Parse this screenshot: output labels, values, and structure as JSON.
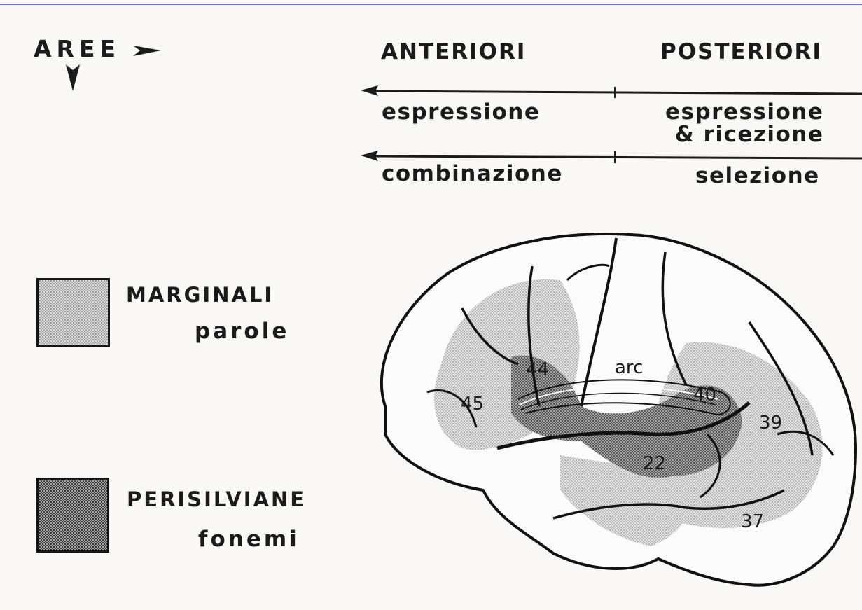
{
  "header": {
    "aree": "AREE",
    "anteriori": "ANTERIORI",
    "posteriori": "POSTERIORI"
  },
  "axis_rows": {
    "row1_left": "espressione",
    "row1_right_line1": "espressione",
    "row1_right_line2": "& ricezione",
    "row2_left": "combinazione",
    "row2_right": "selezione"
  },
  "legend": {
    "marginali_title": "MARGINALI",
    "marginali_sub": "parole",
    "perisilviane_title": "PERISILVIANE",
    "perisilviane_sub": "fonemi"
  },
  "brain_labels": {
    "area_45": "45",
    "area_44": "44",
    "arc": "arc",
    "area_40": "40",
    "area_39": "39",
    "area_22": "22",
    "area_37": "37"
  },
  "colors": {
    "ink": "#1b1b1b",
    "paper": "#f9f8f6",
    "marginal_shade": "#cfcfcf",
    "perisylvian_shade": "#9a9a9a",
    "top_rule": "#6b6fd0"
  },
  "icons": {
    "right_arrow": "arrow-right-icon",
    "down_arrow": "arrow-down-icon"
  }
}
